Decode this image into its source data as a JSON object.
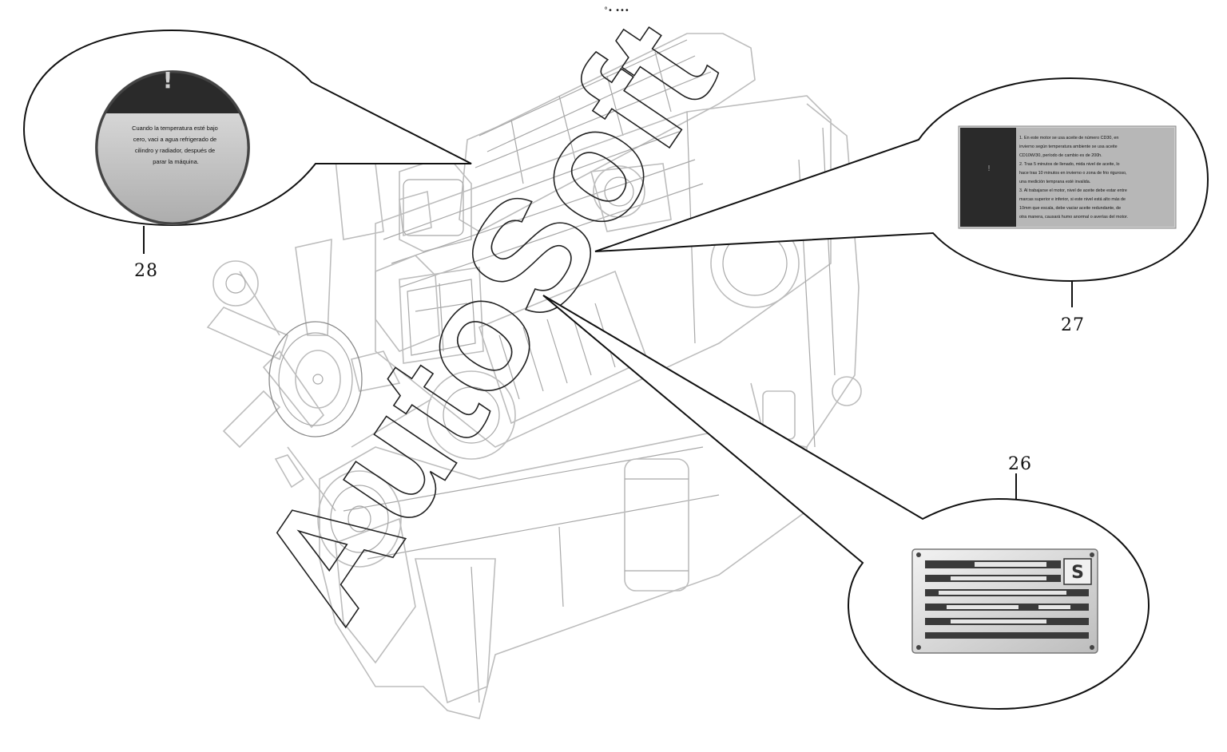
{
  "page_mark": "°• •••",
  "watermark": "AutoSoft",
  "callouts": [
    {
      "number": "28",
      "label_lines": [
        "Cuando la temperatura esté  bajo",
        "cero, vaci a agua refrigerado de",
        "cilindro y radiador, después de",
        "parar la máquina."
      ]
    },
    {
      "number": "27",
      "label_lines": [
        "1.  En este motor se usa aceite de número CD30, en",
        "invierno según temperatura ambiente se usa aceite",
        "CD10W/30, período de cambio es de 200h.",
        "2. Tras 5 minutos de llenado, mida nivel de aceite, lo",
        "hace tras 10 minutos en invierno o zona de frio riguroso,",
        "una medición temprana esté invalida.",
        "3. Al trabajarse el motor, nivel de aceite debe estar entre",
        "marcas superior e inferior, si este nivel está  alto más de",
        "10mm que escala, debe vaciar aceite redundante, de",
        "otra manera, causará humo anormal o averías del motor."
      ]
    },
    {
      "number": "26",
      "label_lines": []
    }
  ],
  "colors": {
    "line": "#111111",
    "engine_stroke": "#bdbdbd",
    "label_dark": "#2a2a2a",
    "label_light": "#c9c9c9"
  }
}
